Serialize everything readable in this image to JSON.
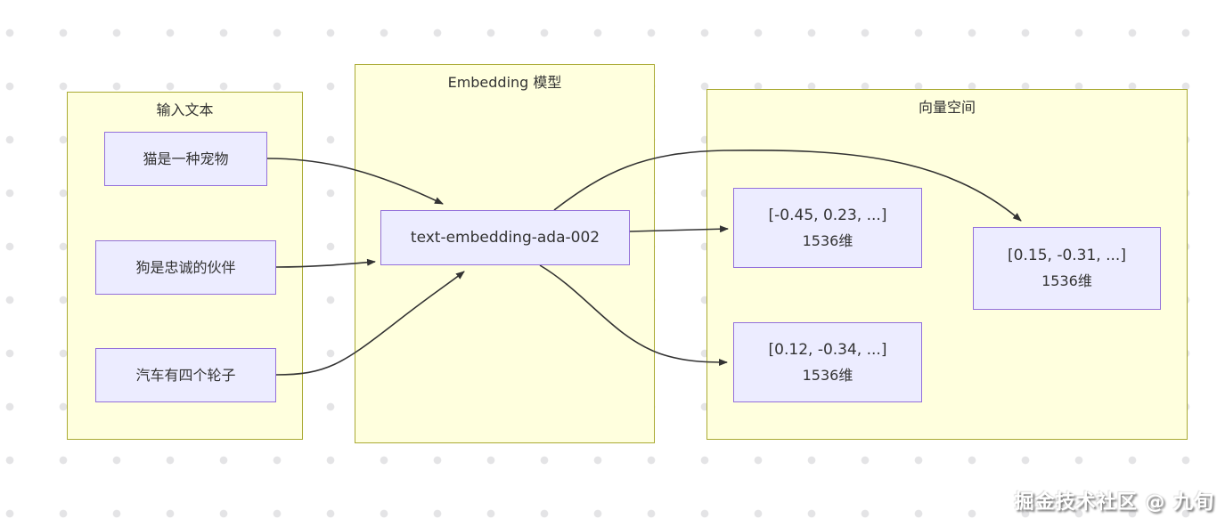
{
  "diagram": {
    "clusters": {
      "input": {
        "title": "输入文本"
      },
      "model": {
        "title": "Embedding 模型"
      },
      "vector": {
        "title": "向量空间"
      }
    },
    "nodes": {
      "cat": {
        "label": "猫是一种宠物"
      },
      "dog": {
        "label": "狗是忠诚的伙伴"
      },
      "car": {
        "label": "汽车有四个轮子"
      },
      "model": {
        "label": "text-embedding-ada-002"
      },
      "vec_cat": {
        "line1": "[-0.45, 0.23, ...]",
        "line2": "1536维"
      },
      "vec_car": {
        "line1": "[0.12, -0.34, ...]",
        "line2": "1536维"
      },
      "vec_dog": {
        "line1": "[0.15, -0.31, ...]",
        "line2": "1536维"
      }
    },
    "edges": [
      {
        "from": "cat",
        "to": "model"
      },
      {
        "from": "dog",
        "to": "model"
      },
      {
        "from": "car",
        "to": "model"
      },
      {
        "from": "model",
        "to": "vec_cat"
      },
      {
        "from": "model",
        "to": "vec_dog"
      },
      {
        "from": "model",
        "to": "vec_car"
      }
    ],
    "colors": {
      "cluster_fill": "#ffffde",
      "cluster_border": "#aaaa33",
      "node_fill": "#ECECFF",
      "node_border": "#9370DB",
      "edge": "#333333",
      "dot_grid": "#e4e4e6"
    }
  },
  "watermark": {
    "text": "掘金技术社区 @ 九旬"
  }
}
